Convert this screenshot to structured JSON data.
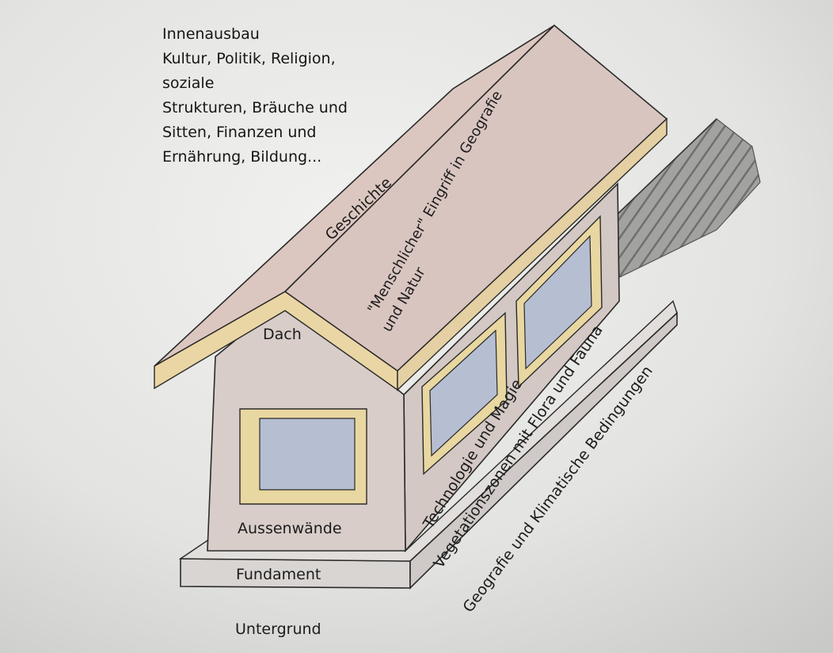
{
  "intro_lines": [
    "Innenausbau",
    "Kultur, Politik, Religion,",
    "soziale",
    "Strukturen,  Bräuche und",
    "Sitten, Finanzen und",
    "Ernährung, Bildung..."
  ],
  "labels": {
    "geschichte": "Geschichte",
    "menschlicher_line1": "\"Menschlicher\" Eingriff in Geografie",
    "menschlicher_line2": "und Natur",
    "dach": "Dach",
    "aussenwaende": "Aussenwände",
    "fundament": "Fundament",
    "untergrund": "Untergrund",
    "technologie": "Technologie und Magie",
    "vegetation": "Vegetationszonen mit Flora und Fauna",
    "geografie": "Geografie und Klimatische Bedingungen"
  },
  "colors": {
    "paper": "#e4e4e2",
    "wall": "#d8cdc9",
    "roof": "#dcc8c2",
    "roof_edge": "#ecd9a8",
    "window_frame": "#e8d7a0",
    "window_glass": "#b7bfd2",
    "foundation": "#d9d5d3",
    "ground_hatch": "#8c8c8c",
    "ink": "#1c1c1c"
  }
}
